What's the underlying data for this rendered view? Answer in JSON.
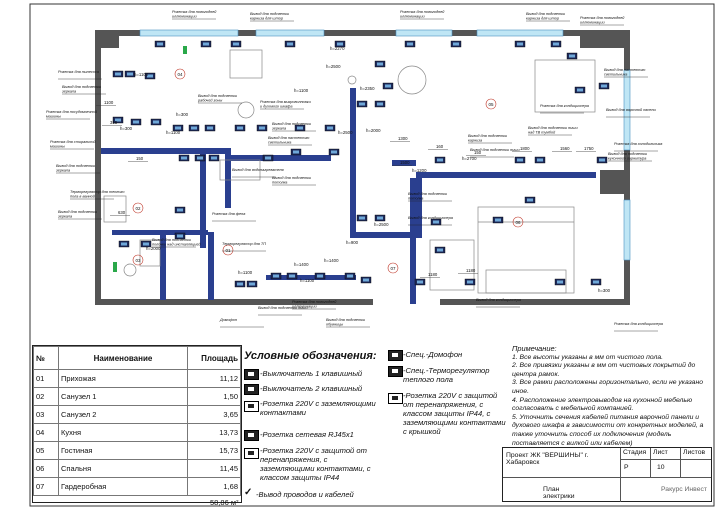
{
  "plan_labels": {
    "r01": "01",
    "r02": "02",
    "r03": "03",
    "r04": "04",
    "r05": "05",
    "r06": "06",
    "r07": "07"
  },
  "callouts": [
    "Розетка для новогодней иллюминации",
    "Вывод для подсветки карниза для штор",
    "Розетка для новогодней иллюминации",
    "Вывод для подсветки карниза для штор",
    "Розетка для новогодней иллюминации",
    "Розетка для пылесоса",
    "Вывод для подсветки зеркала",
    "Вывод для настенного светильника",
    "Розетка для посудомоечной машины",
    "Вывод для подсветки рабочей зоны",
    "Розетка для микроволновки и духового шкафа",
    "Вывод для подсветки зеркала",
    "Розетка для стиральной машины",
    "Розетка для кондиционера",
    "Вывод для подсветки ниши над ТВ тумбой",
    "Вывод для варочной панели",
    "Розетка для холодильника",
    "Вывод для подсветки карниза",
    "Вывод для подсветки ниши",
    "Вывод для подсветки кухонного гарнитура",
    "Вывод для настенного светильника",
    "Вывод для подсветки потолка",
    "Вывод для подсветки зеркала",
    "Терморегулятор для теплого пола в ванной",
    "Вывод для водонагревателя",
    "Вывод для подсветки потолка",
    "Розетка для фена",
    "Вывод для кондиционера",
    "Вывод для подсветки зеркала",
    "Вывод для подсветки полочки над инсталляцией",
    "Терморегулятор для ТП",
    "Домофон",
    "Вывод для подсветки ниши",
    "Розетка для новогодней иллюминации",
    "Вывод для подсветки обувницы",
    "Вывод для кондиционера",
    "Розетка для кондиционера"
  ],
  "heights": [
    "h=2270",
    "h=1100",
    "h=2500",
    "h=2350",
    "h=1100",
    "h=300",
    "h=2500",
    "h=2000",
    "h=1100",
    "h=300",
    "h=2700",
    "h=1200",
    "h=1100",
    "h=1400",
    "h=1400",
    "h=2500",
    "h=900",
    "h=1100",
    "h=2000",
    "h=300"
  ],
  "dims": [
    "1100",
    "315",
    "630",
    "150",
    "1180",
    "1180",
    "1300",
    "1500",
    "160",
    "1800",
    "1560",
    "1750",
    "150"
  ],
  "room_table": {
    "col_num": "№",
    "col_name": "Наименование",
    "col_area": "Площадь",
    "rows": [
      {
        "num": "01",
        "name": "Прихожая",
        "area": "11,12"
      },
      {
        "num": "02",
        "name": "Санузел 1",
        "area": "1,50"
      },
      {
        "num": "03",
        "name": "Санузел 2",
        "area": "3,65"
      },
      {
        "num": "04",
        "name": "Кухня",
        "area": "13,73"
      },
      {
        "num": "05",
        "name": "Гостиная",
        "area": "15,73"
      },
      {
        "num": "06",
        "name": "Спальня",
        "area": "11,45"
      },
      {
        "num": "07",
        "name": "Гардеробная",
        "area": "1,68"
      }
    ],
    "total": "58,86 м²"
  },
  "legend": {
    "title": "Условные обозначения:",
    "items": [
      "-Выключатель 1 клавишный",
      "-Выключатель 2 клавишный",
      "-Розетка 220V с заземляющими контактами",
      "-Розетка сетевая RJ45x1",
      "-Розетка 220V с защитой от перенапряжения, с заземляющими контактами, с классом защиты IP44",
      "-Вывод проводов и кабелей",
      "-Спец.-Домофон",
      "-Спец.-Терморегулятор теплого пола",
      "-Розетка 220V с защитой от перенапряжения, с классом защиты IP44, с заземляющими контактами с крышкой"
    ]
  },
  "notes": {
    "title": "Примечание:",
    "items": [
      "1. Все высоты указаны в мм от чистого пола.",
      "2. Все привязки указаны в мм от чистовых покрытий до центра рамок.",
      "3. Все рамки расположены горизонтально, если не указано иное.",
      "4. Расположение электровыводов на кухонной мебелью согласовать с мебельной компанией.",
      "5. Уточнить сечения кабелей питания варочной панели и духового шкафа в зависимости от конкретных моделей, а также уточнить способ их подключения (модель поставляется с вилкой или кабелем)"
    ]
  },
  "title_block": {
    "project": "Проект ЖК \"ВЕРШИНЫ\" г. Хабаровск",
    "stage_label": "Стадия",
    "sheet_label": "Лист",
    "sheets_label": "Листов",
    "stage": "Р",
    "sheet": "10",
    "drawing": "План электрики",
    "logo_text": "Ракурс Инвест"
  },
  "colors": {
    "wall": "#555555",
    "partition": "#2a3f8f",
    "window": "#bfe6f5",
    "socket": "#1f2a5a",
    "green": "#2aa84a",
    "leader": "#222222"
  }
}
